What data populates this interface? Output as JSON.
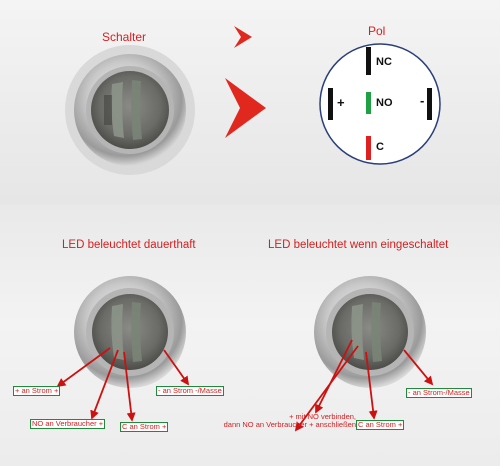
{
  "top": {
    "switch_title": "Schalter",
    "pole_title": "Pol",
    "pins": {
      "nc": "NC",
      "no": "NO",
      "c": "C",
      "plus": "+",
      "minus": "-"
    }
  },
  "left_panel": {
    "title": "LED beleuchtet dauerthaft",
    "labels": {
      "plus_strom": "+ an Strom +",
      "minus_strom": "- an Strom -/Masse",
      "no_verbraucher": "NO an Verbraucher +",
      "c_strom": "C an Strom +"
    }
  },
  "right_panel": {
    "title": "LED beleuchtet wenn eingeschaltet",
    "labels": {
      "minus_strom": "- an Strom-/Masse",
      "plus_no_line1": "+ mit NO verbinden,",
      "plus_no_line2": "dann NO an Verbraucher + anschließen",
      "c_strom": "C an Strom +"
    }
  },
  "colors": {
    "title_red": "#d42020",
    "label_border_green": "#1f8a3a",
    "no_green": "#1fa043",
    "c_red": "#e02020",
    "arrow_red": "#cc1111"
  }
}
